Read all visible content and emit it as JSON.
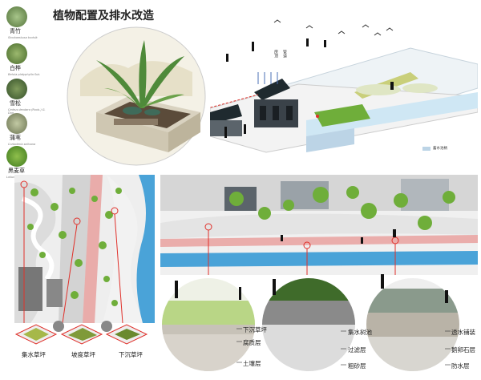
{
  "title": "植物配置及排水改造",
  "plants": [
    {
      "name": "青竹",
      "latin": "Sinobambusa tootsik"
    },
    {
      "name": "白桦",
      "latin": "Betula platyphylla Suk."
    },
    {
      "name": "雪松",
      "latin": "Cedrus deodara (Roxb.) G. Don"
    },
    {
      "name": "蒲苇",
      "latin": "Cortaderia selloana"
    },
    {
      "name": "黑麦草",
      "latin": "Lolium perenne L."
    }
  ],
  "section_labels": {
    "roof": "房顶",
    "pipe": "管道"
  },
  "legend": {
    "label": "蓄水池柄",
    "color": "#bcd4e6"
  },
  "lawn_types": [
    "集水草坪",
    "坡度草坪",
    "下沉草坪"
  ],
  "layers_left": [
    "下沉草坪",
    "腐质层",
    "土壤层"
  ],
  "layers_mid": [
    "集水树池",
    "过滤层",
    "粗砂层"
  ],
  "layers_right": [
    "透水铺装",
    "鹅卵石层",
    "防水层"
  ],
  "colors": {
    "accent": "#e0302a",
    "water": "#4aa3d8",
    "grass": "#6fae3a"
  }
}
